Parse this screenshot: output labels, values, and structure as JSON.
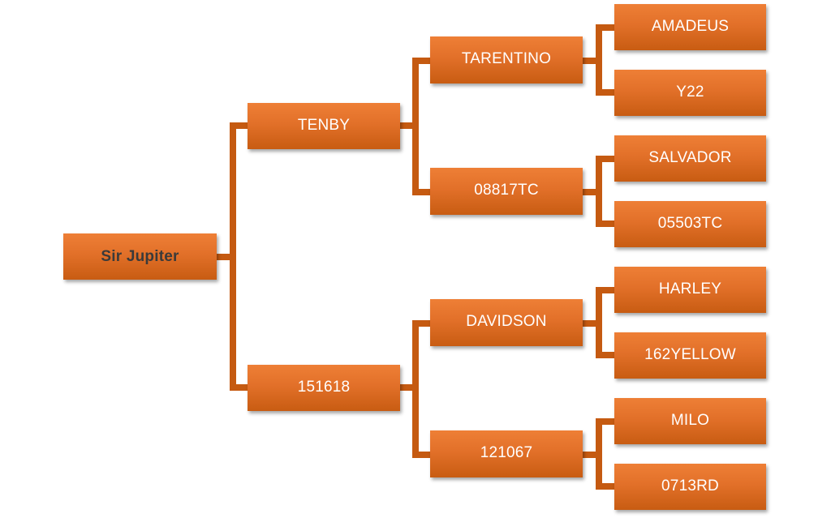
{
  "diagram": {
    "type": "pedigree-tree",
    "colors": {
      "node_top": "#ee7f36",
      "node_bottom": "#c85c12",
      "connector": "#c55a11",
      "root_text": "#3a3a3a",
      "node_text": "#ffffff"
    },
    "root": {
      "label": "Sir Jupiter"
    },
    "generation1": [
      {
        "label": "TENBY"
      },
      {
        "label": "151618"
      }
    ],
    "generation2": [
      {
        "label": "TARENTINO"
      },
      {
        "label": "08817TC"
      },
      {
        "label": "DAVIDSON"
      },
      {
        "label": "121067"
      }
    ],
    "generation3": [
      {
        "label": "AMADEUS"
      },
      {
        "label": "Y22"
      },
      {
        "label": "SALVADOR"
      },
      {
        "label": "05503TC"
      },
      {
        "label": "HARLEY"
      },
      {
        "label": "162YELLOW"
      },
      {
        "label": "MILO"
      },
      {
        "label": "0713RD"
      }
    ]
  }
}
